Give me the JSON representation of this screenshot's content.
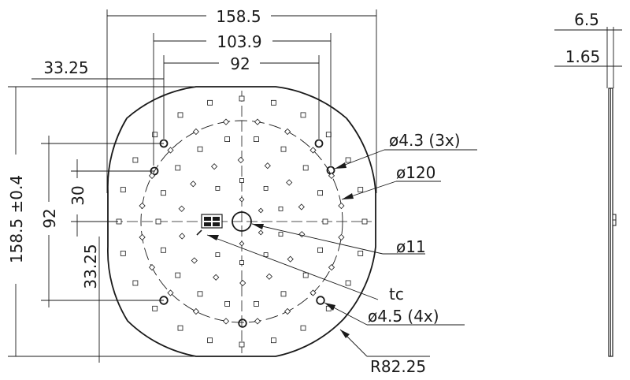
{
  "dimensions": {
    "width_overall": "158.5",
    "width_mounting_outer": "103.9",
    "width_mounting_inner": "92",
    "offset_left": "33.25",
    "height_overall": "158.5 ±0.4",
    "height_inner": "92",
    "height_offset": "30",
    "height_bottom": "33.25",
    "side_thickness_total": "6.5",
    "side_thickness_board": "1.65"
  },
  "callouts": {
    "holes_small": "ø4.3 (3x)",
    "led_circle": "ø120",
    "center_hole": "ø11",
    "tc_point": "tc",
    "holes_large": "ø4.5 (4x)",
    "outline_radius": "R82.25"
  }
}
